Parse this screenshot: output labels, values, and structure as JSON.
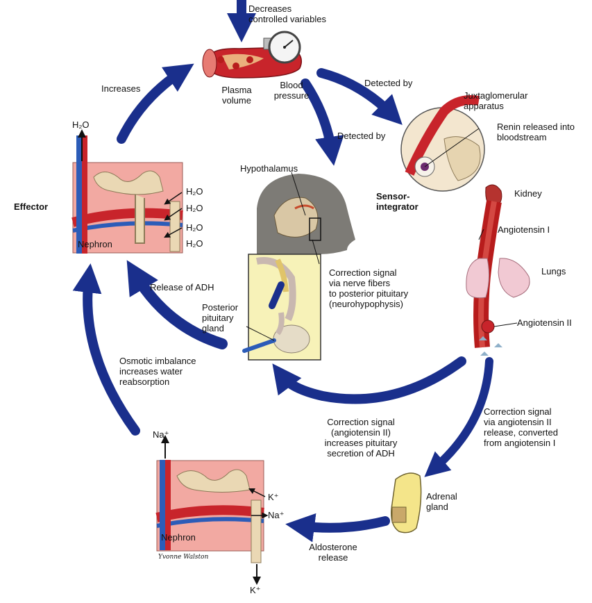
{
  "labels": {
    "decreases": "Decreases\ncontrolled variables",
    "plasma_volume": "Plasma\nvolume",
    "blood_pressure": "Blood\npressure",
    "increases": "Increases",
    "detected_by_right": "Detected by",
    "detected_by_center": "Detected by",
    "juxtaglomerular": "Juxtaglomerular\napparatus",
    "renin": "Renin released into\nbloodstream",
    "sensor_integrator": "Sensor-\nintegrator",
    "kidney": "Kidney",
    "angiotensin_i": "Angiotensin I",
    "lungs": "Lungs",
    "angiotensin_ii": "Angiotensin II",
    "hypothalamus": "Hypothalamus",
    "correction_nerve": "Correction signal\nvia nerve fibers\nto posterior pituitary\n(neurohypophysis)",
    "posterior_pituitary": "Posterior\npituitary\ngland",
    "effector": "Effector",
    "h2o_top": "H₂O",
    "h2o_1": "H₂O",
    "h2o_2": "H₂O",
    "h2o_3": "H₂O",
    "h2o_4": "H₂O",
    "nephron_top": "Nephron",
    "release_adh": "Release of ADH",
    "osmotic": "Osmotic imbalance\nincreases water\nreabsorption",
    "correction_angiotensin": "Correction signal\n(angiotensin II)\nincreases pituitary\nsecretion of ADH",
    "correction_via_angiotensin": "Correction signal\nvia angiotensin II\nrelease, converted\nfrom angiotensin I",
    "adrenal": "Adrenal\ngland",
    "aldosterone": "Aldosterone\nrelease",
    "na_top": "Na⁺",
    "k_in": "K⁺",
    "na_in": "Na⁺",
    "nephron_bottom": "Nephron",
    "k_bottom": "K⁺",
    "signature": "Yvonne Walston"
  },
  "colors": {
    "arrow": "#1a2f8c",
    "tissue": "#f2a9a2",
    "vessel_red": "#c8242b",
    "vessel_blue": "#2c5cb8",
    "tubule": "#ead8b4",
    "brain": "#d9c7a5",
    "head": "#7d7b76",
    "pituitary_bg": "#f7f2b8",
    "adrenal": "#f4e58a",
    "lung": "#f1c9d3"
  }
}
